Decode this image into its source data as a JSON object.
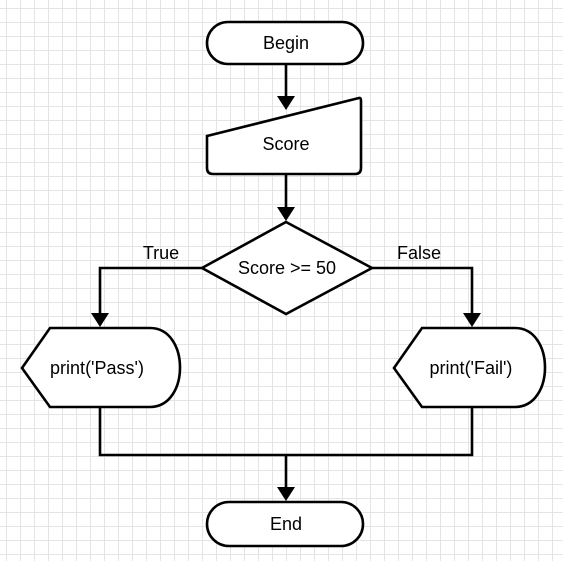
{
  "diagram": {
    "nodes": {
      "begin": {
        "label": "Begin",
        "shape": "terminator"
      },
      "score": {
        "label": "Score",
        "shape": "manual-input"
      },
      "decision": {
        "label": "Score >= 50",
        "shape": "decision"
      },
      "pass": {
        "label": "print('Pass')",
        "shape": "display"
      },
      "fail": {
        "label": "print('Fail')",
        "shape": "display"
      },
      "end": {
        "label": "End",
        "shape": "terminator"
      }
    },
    "edges": {
      "true_label": "True",
      "false_label": "False"
    },
    "colors": {
      "stroke": "#000000",
      "fill": "#ffffff",
      "grid": "#e4e4e4"
    }
  }
}
